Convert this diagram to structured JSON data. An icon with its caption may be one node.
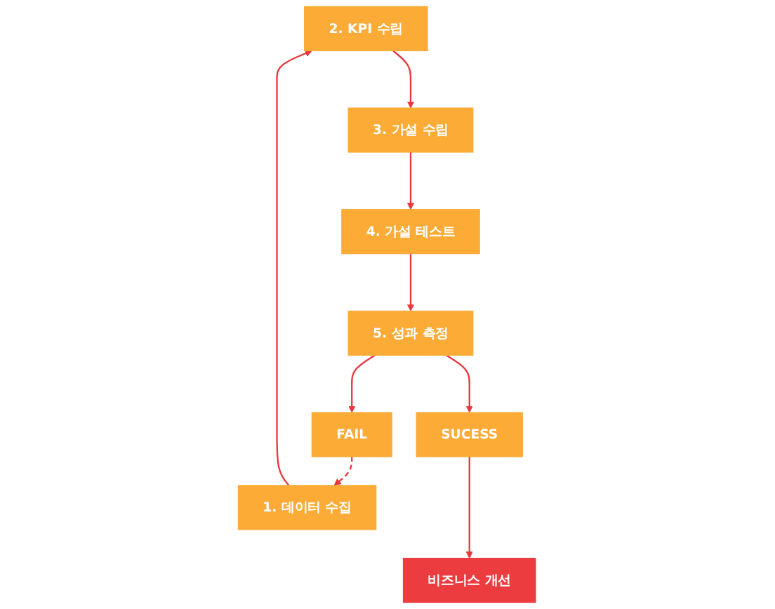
{
  "diagram": {
    "nodes": [
      {
        "text": [
          "2. KPI 수립"
        ]
      },
      {
        "text": [
          "3. 가설 수립"
        ]
      },
      {
        "text": [
          "1. 데이터 수집"
        ]
      },
      {
        "text": [
          "4. 가설 테스트"
        ]
      },
      {
        "text": [
          "5. 성과 측정"
        ]
      },
      {
        "text": [
          "FAIL"
        ]
      },
      {
        "text": [
          "SUCESS"
        ]
      },
      {
        "text": [
          "비즈니스 개선"
        ]
      }
    ],
    "edges": [
      {
        "from": 2,
        "to": 0,
        "arrow": "to"
      },
      {
        "from": 0,
        "to": 1,
        "arrow": "to"
      },
      {
        "from": 1,
        "to": 3,
        "arrow": "to"
      },
      {
        "from": 3,
        "to": 4,
        "arrow": "to"
      },
      {
        "from": 4,
        "to": 5,
        "arrow": "to"
      },
      {
        "from": 4,
        "to": 6,
        "arrow": "to"
      },
      {
        "from": 6,
        "to": 7,
        "arrow": "to"
      },
      {
        "from": 5,
        "to": 2,
        "arrow": "to",
        "style": "dashed",
        "color": "#e8383d"
      }
    ]
  }
}
